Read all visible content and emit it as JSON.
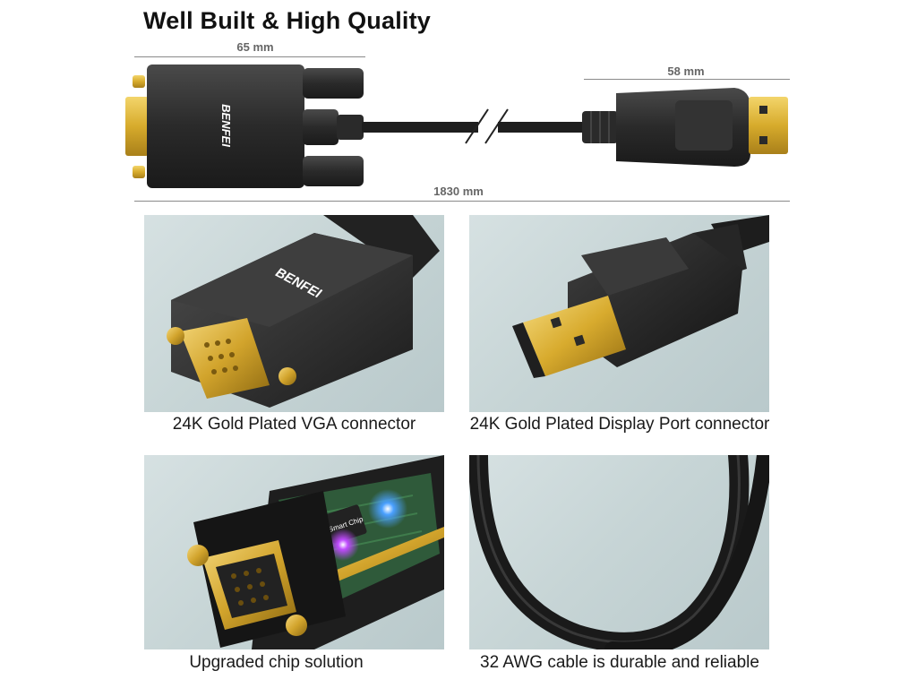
{
  "title": "Well Built & High Quality",
  "dimensions": {
    "vga_length": "65 mm",
    "dp_length": "58 mm",
    "total_length": "1830 mm"
  },
  "brand": "BENFEI",
  "chip_label": "Smart Chip",
  "panels": [
    {
      "caption": "24K Gold Plated VGA connector"
    },
    {
      "caption": "24K Gold Plated Display Port connector"
    },
    {
      "caption": "Upgraded chip solution"
    },
    {
      "caption": "32 AWG cable is durable and reliable"
    }
  ],
  "colors": {
    "gold": "#d8b23a",
    "plastic": "#2b2b2b",
    "panel_bg": "#c9d6d7"
  }
}
